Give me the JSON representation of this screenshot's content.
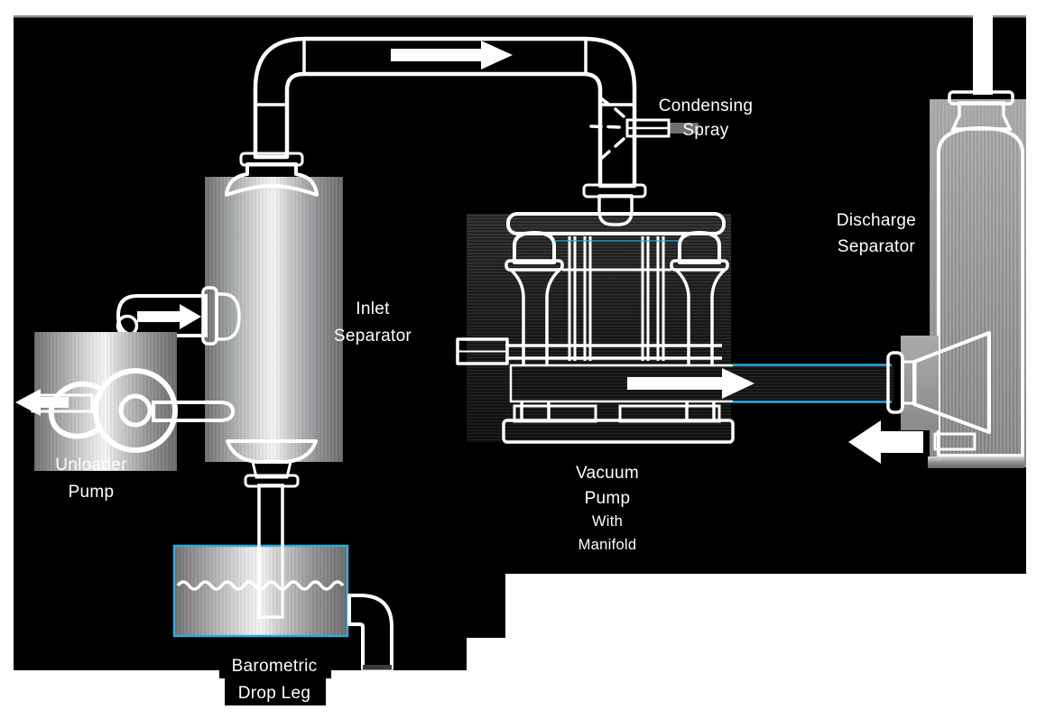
{
  "title": "Vacuum pump system flow diagram",
  "colors": {
    "pipe_blue": "#29ABE2",
    "canvas_black": "#000000",
    "page_white": "#FFFFFF",
    "outline_white": "#FFFFFF",
    "metal_gray": "#B5B5B5",
    "top_border_gray": "#8F8F8F"
  },
  "labels": {
    "inlet_separator": [
      "Inlet",
      "Separator"
    ],
    "condensing_spray": [
      "Condensing",
      "Spray"
    ],
    "discharge_separator": [
      "Discharge",
      "Separator"
    ],
    "unloader_pump": [
      "Unloader",
      "Pump"
    ],
    "vacuum_pump": [
      "Vacuum",
      "Pump",
      "With",
      "Manifold"
    ],
    "barometric_drop_leg": [
      "Barometric",
      "Drop Leg"
    ]
  },
  "flow_arrows": [
    {
      "name": "suction-flow-arrow",
      "direction": "right",
      "location": "top pipe from inlet separator to vacuum pump"
    },
    {
      "name": "inlet-flow-arrow",
      "direction": "right",
      "location": "inlet pipe into inlet separator"
    },
    {
      "name": "unloader-discharge-arrow",
      "direction": "left",
      "location": "unloader pump outlet"
    },
    {
      "name": "pump-discharge-arrow",
      "direction": "right",
      "location": "vacuum pump discharge duct to discharge separator"
    },
    {
      "name": "separator-drain-arrow",
      "direction": "left",
      "location": "discharge separator bottom outlet"
    }
  ]
}
